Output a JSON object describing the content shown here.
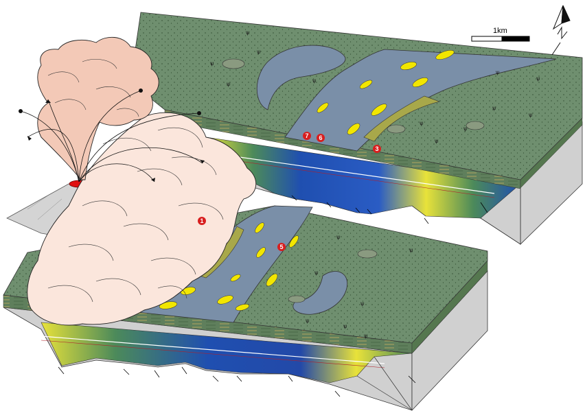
{
  "scale_bar": {
    "label": "1km"
  },
  "north_arrow": {
    "label": "N",
    "icon": "north-arrow-icon"
  },
  "sample_markers": [
    "1",
    "3",
    "5",
    "6",
    "7"
  ],
  "colors": {
    "surface": "#6f8f6f",
    "surface_side": "#4d6b4d",
    "river": "#7a8fa8",
    "sand_bar": "#f2e600",
    "point_bar": "#a8a84a",
    "basement": "#d0d0d0",
    "ash_cloud": "#f3c9b7",
    "ash_flow": "#fbe6dc",
    "vent": "#e01010",
    "marker": "#d81e1e",
    "seismic_yellow": "#e8e23a",
    "seismic_blue": "#1f4fb0",
    "seismic_green": "#4c8a5a"
  }
}
